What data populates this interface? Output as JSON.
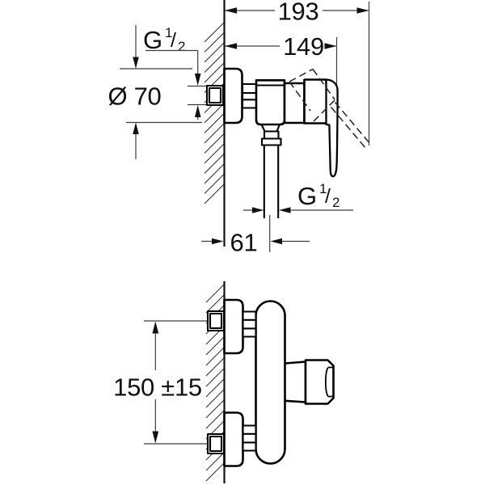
{
  "dims": {
    "total_depth": "193",
    "body_depth": "149",
    "escutcheon_diameter": "Ø 70",
    "outlet_offset": "61",
    "connection_spacing": "150 ±15",
    "thread_top": {
      "g": "G",
      "num": "1",
      "slash": "/",
      "den": "2"
    },
    "thread_outlet": {
      "g": "G",
      "num": "1",
      "slash": "/",
      "den": "2"
    }
  },
  "colors": {
    "background": "#ffffff",
    "outline": "#000000",
    "dimension_line": "#3c3c3c",
    "text": "#111111"
  }
}
